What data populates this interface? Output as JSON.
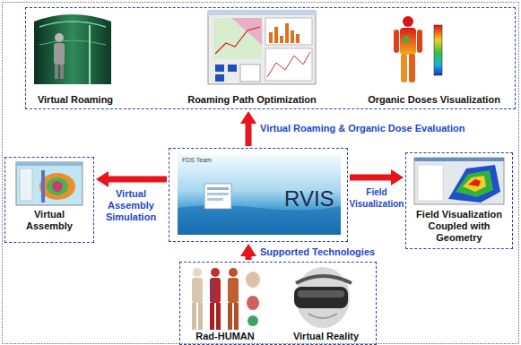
{
  "diagram": {
    "nodes": [
      {
        "text": [
          "Virtual Roaming",
          "Roaming Path Optimization",
          "Organic Doses Visualization"
        ]
      },
      {
        "text": [
          "Virtual Assembly"
        ]
      },
      {
        "text": [
          "FDS Team",
          "RVIS"
        ]
      },
      {
        "text": [
          "Field Visualization Coupled with Geometry"
        ]
      },
      {
        "text": [
          "Rad-HUMAN",
          "Virtual Reality"
        ]
      }
    ],
    "edges": [
      {
        "from": 2,
        "to": 0,
        "arrow": "to",
        "label": "Virtual Roaming & Organic Dose Evaluation"
      },
      {
        "from": 2,
        "to": 1,
        "arrow": "to",
        "label": "Virtual Assembly Simulation"
      },
      {
        "from": 2,
        "to": 3,
        "arrow": "to",
        "label": "Field Visualization"
      },
      {
        "from": 4,
        "to": 2,
        "arrow": "to",
        "label": "Supported Technologies"
      }
    ]
  }
}
